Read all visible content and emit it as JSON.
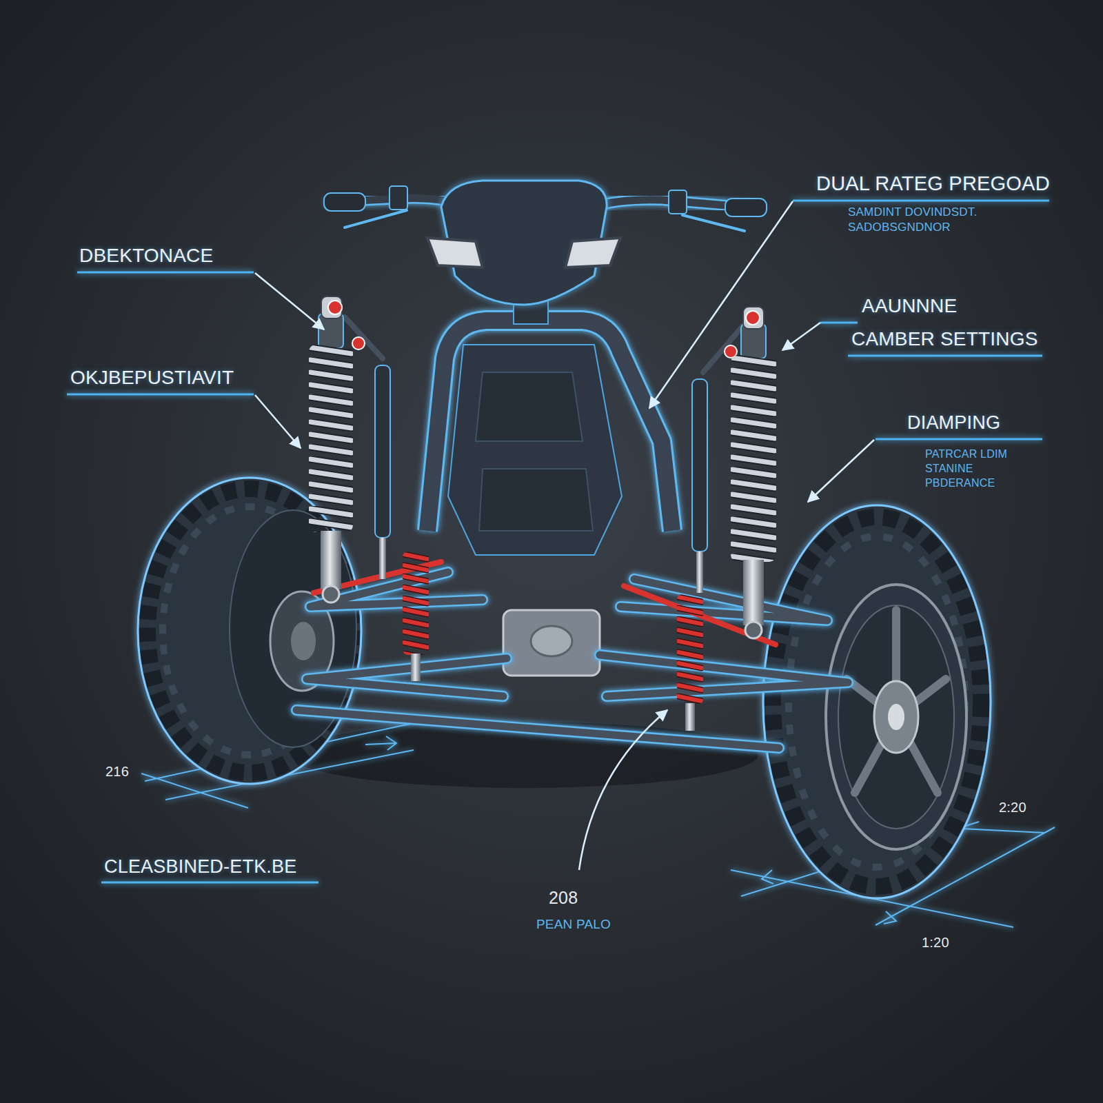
{
  "diagram": {
    "labels": [
      "DUAL RATEG PREGOAD",
      "SAMDINT DOVINDSDT.",
      "SADOBSGNDNOR",
      "DBEKTONACE",
      "AAUNNNE",
      "CAMBER SETTINGS",
      "OKJBEPUSTIAVIT",
      "DIAMPING",
      "PATRCAR LDIM",
      "STANINE",
      "PBDERANCE",
      "216",
      "2:20",
      "CLEASBINED-ETK.BE",
      "1:20",
      "208",
      "PEAN PALO"
    ]
  }
}
